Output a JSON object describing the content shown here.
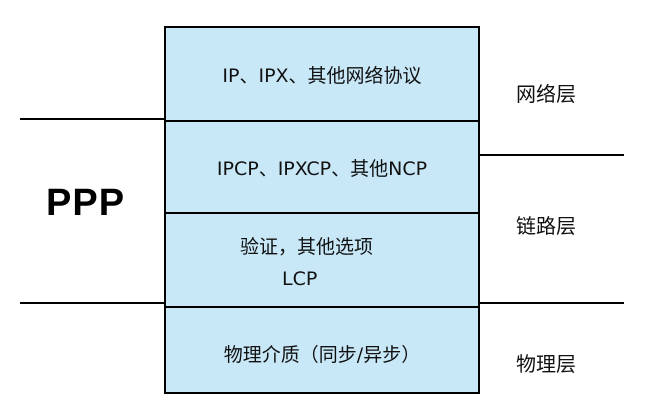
{
  "diagram": {
    "protocol_label": "PPP",
    "stack_cells": {
      "network_protocols": "IP、IPX、其他网络协议",
      "ncp": "IPCP、IPXCP、其他NCP",
      "lcp_options": "验证，其他选项",
      "lcp": "LCP",
      "physical_media": "物理介质（同步/异步）"
    },
    "layers": {
      "network": "网络层",
      "link": "链路层",
      "physical": "物理层"
    },
    "colors": {
      "cell_fill": "#c8e8f8",
      "border": "#000000"
    }
  }
}
